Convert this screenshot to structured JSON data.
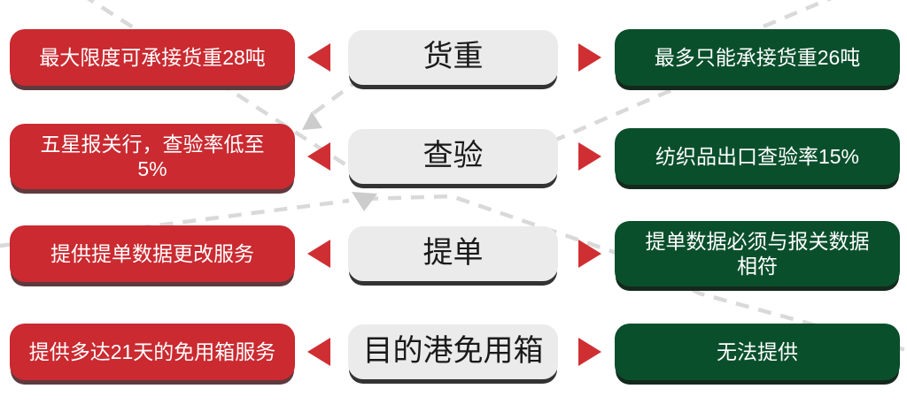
{
  "rows": [
    {
      "left": "最大限度可承接货重28吨",
      "center": "货重",
      "right": "最多只能承接货重26吨"
    },
    {
      "left": "五星报关行，查验率低至\n5%",
      "center": "查验",
      "right": "纺织品出口查验率15%"
    },
    {
      "left": "提供提单数据更改服务",
      "center": "提单",
      "right": "提单数据必须与报关数据\n相符"
    },
    {
      "left": "提供多达21天的免用箱服务",
      "center": "目的港免用箱",
      "right": "无法提供"
    }
  ],
  "colors": {
    "red": "#ca2a30",
    "red_shadow": "#5e3a3e",
    "green": "#0a4f2c",
    "green_shadow": "#14291c",
    "gray": "#ebebeb",
    "gray_shadow": "#333333",
    "arrow": "#cf2f33",
    "dash": "#d9d9d9",
    "dash_arrow": "#cccccc"
  }
}
